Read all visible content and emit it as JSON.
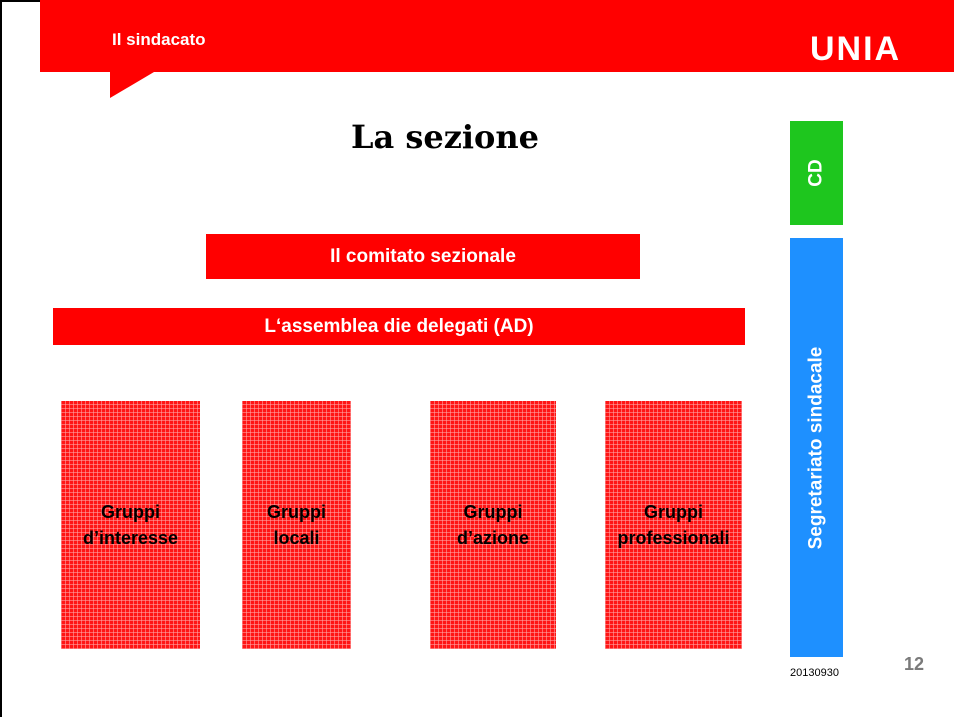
{
  "header": {
    "title": "Il sindacato",
    "logo": "UNIA"
  },
  "slide": {
    "title": "La sezione"
  },
  "bars": {
    "comitato": "Il comitato sezionale",
    "assemblea": "L‘assemblea die delegati (AD)"
  },
  "groups": [
    {
      "label": "Gruppi\nd’interesse"
    },
    {
      "label": "Gruppi\nlocali"
    },
    {
      "label": "Gruppi\nd’azione"
    },
    {
      "label": "Gruppi\nprofessionali"
    }
  ],
  "side": {
    "cd": "CD",
    "segretariato": "Segretariato sindacale"
  },
  "footer": {
    "date": "20130930",
    "page": "12"
  },
  "colors": {
    "red": "#ff0000",
    "green": "#1ec61e",
    "blue": "#1e90ff"
  }
}
